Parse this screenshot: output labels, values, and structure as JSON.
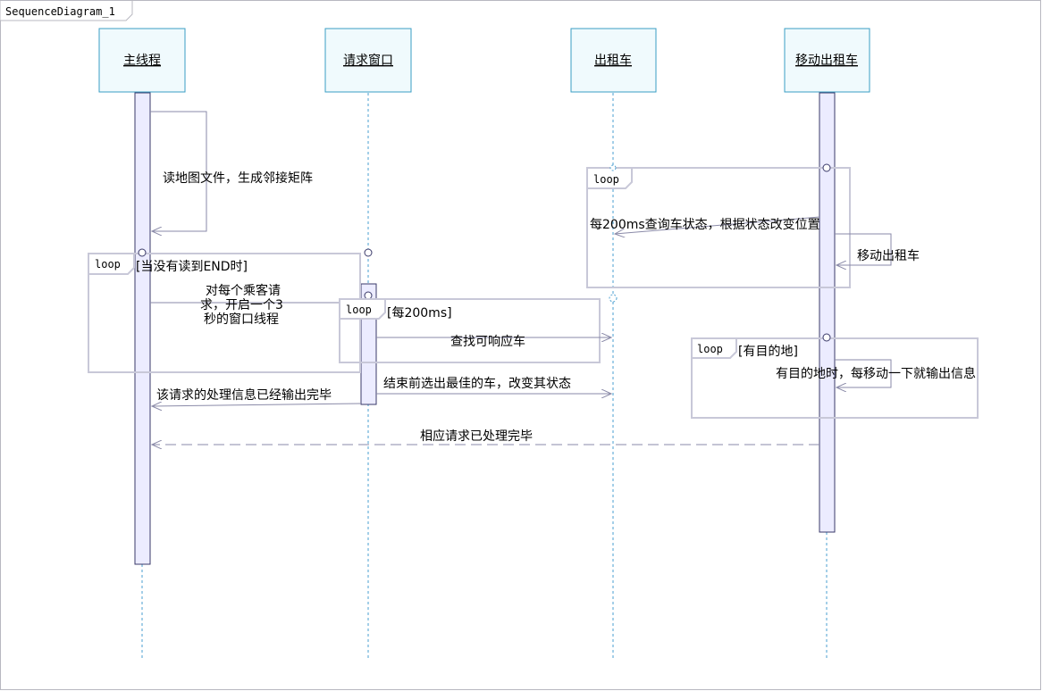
{
  "diagram_title": "SequenceDiagram_1",
  "lifelines": [
    {
      "id": "main",
      "label": "主线程"
    },
    {
      "id": "window",
      "label": "请求窗口"
    },
    {
      "id": "taxi",
      "label": "出租车"
    },
    {
      "id": "moving",
      "label": "移动出租车"
    }
  ],
  "frames": [
    {
      "operator": "loop",
      "guard": ""
    },
    {
      "operator": "loop",
      "guard": "[当没有读到END时]"
    },
    {
      "operator": "loop",
      "guard": "[每200ms]"
    },
    {
      "operator": "loop",
      "guard": "[有目的地]"
    }
  ],
  "messages": {
    "read_map": "读地图文件，生成邻接矩阵",
    "per_passenger_1": "对每个乘客请",
    "per_passenger_2": "求，开启一个3",
    "per_passenger_3": "秒的窗口线程",
    "query_state": "每200ms查询车状态，根据状态改变位置",
    "move_taxi": "移动出租车",
    "find_taxi": "查找可响应车",
    "has_dest": "有目的地时，每移动一下就输出信息",
    "choose_best": "结束前选出最佳的车，改变其状态",
    "request_done": "该请求的处理信息已经输出完毕",
    "response_done": "相应请求已处理完毕"
  },
  "colors": {
    "lifeline_box_fill": "#f0fafd",
    "lifeline_box_stroke": "#3a9ec4",
    "activation_fill": "#ececff",
    "activation_stroke": "#3a3a6a",
    "frame_stroke": "#c8c8d8",
    "lifeline_dash": "#4a9fd0",
    "message_line": "#8a8aa8"
  }
}
